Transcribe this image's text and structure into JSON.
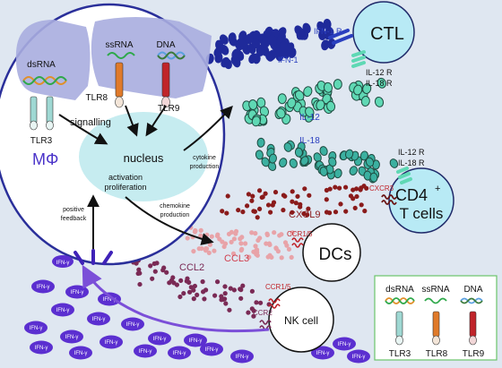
{
  "colors": {
    "background": "#dfe7f1",
    "macrophage_border": "#2a2f9a",
    "ifn1_dot": "#1f2a9a",
    "il12_dot": "#5fd8b4",
    "il18_dot": "#3bb0a0",
    "cxcl9_dot": "#8a1b1b",
    "ccl3_dot": "#e8a3a8",
    "ccl2_dot": "#7a2a55",
    "ifng_dot": "#5b2fd0",
    "cell_fill": "#b8eaf5",
    "tlr3": "#9fd8d3",
    "tlr8": "#e07a2a",
    "tlr9": "#c0242a"
  },
  "macrophage": {
    "label": "MΦ",
    "dsrna": "dsRNA",
    "ssrna": "ssRNA",
    "dna": "DNA",
    "tlr3": "TLR3",
    "tlr8": "TLR8",
    "tlr9": "TLR9",
    "signalling": "signalling",
    "nucleus": "nucleus",
    "activation": "activation",
    "proliferation": "proliferation",
    "cytokine": [
      "cytokine",
      "production"
    ],
    "chemokine": [
      "chemokine",
      "production"
    ],
    "feedback": [
      "positive",
      "feedback"
    ]
  },
  "cells": {
    "ctl": "CTL",
    "cd4_line1": "CD4",
    "cd4_sup": "+",
    "cd4_line2": "T cells",
    "dcs": "DCs",
    "nk": "NK cell"
  },
  "receptors": {
    "ifn1r": "IFN-1 R",
    "ctl_il12r": "IL-12 R",
    "ctl_il18r": "IL-18 R",
    "cd4_il12r": "IL-12 R",
    "cd4_il18r": "IL-18 R",
    "cxcr3": "CXCR3",
    "ccr15_dc": "CCR1/5",
    "ccr15_nk": "CCR1/5",
    "ccr2": "CCR2"
  },
  "mediators": {
    "ifn1": "IFN-1",
    "il12": "IL-12",
    "il18": "IL-18",
    "cxcl9": "CXCL9",
    "ccl3": "CCL3",
    "ccl2": "CCL2",
    "ifng": "IFN-γ"
  },
  "legend": {
    "dsrna": "dsRNA",
    "ssrna": "ssRNA",
    "dna": "DNA",
    "tlr3": "TLR3",
    "tlr8": "TLR8",
    "tlr9": "TLR9"
  }
}
